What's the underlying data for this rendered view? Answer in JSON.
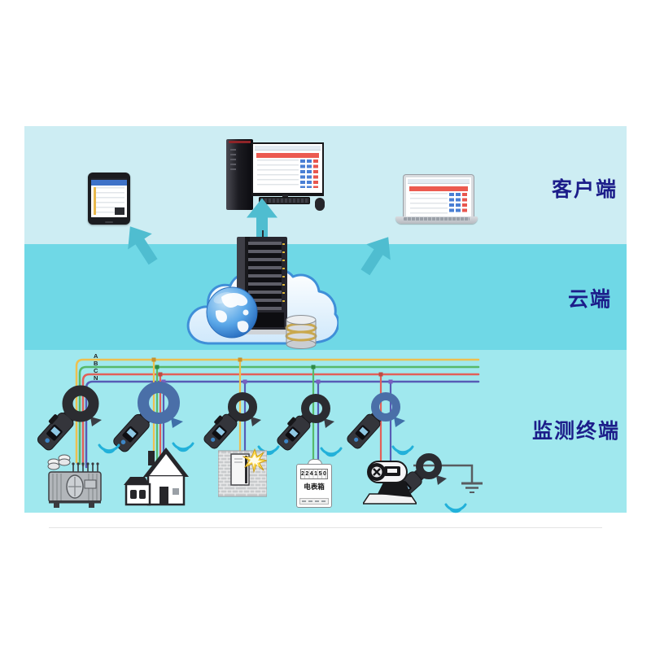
{
  "bands": [
    {
      "id": "client",
      "label": "客户端"
    },
    {
      "id": "cloud",
      "label": "云端"
    },
    {
      "id": "terminal",
      "label": "监测终端"
    }
  ],
  "wires": {
    "labels": [
      "A",
      "B",
      "C",
      "N"
    ],
    "colors": {
      "A": "#eec04f",
      "B": "#57b96b",
      "C": "#e26059",
      "N": "#575cb5"
    }
  },
  "meter_box": {
    "display": "224150",
    "label": "电表箱"
  },
  "devices": [
    "smartphone",
    "desktop-computer",
    "laptop",
    "cloud-server-rack",
    "globe",
    "database",
    "clamp-meter",
    "transformer",
    "house",
    "distribution-box",
    "meter-box",
    "motor",
    "ground"
  ],
  "colors": {
    "band_client": "#cdedf3",
    "band_cloud": "#6fd8e6",
    "band_terminal": "#a0e8ee",
    "label_text": "#1c1d8a",
    "arrow": "#4fbdd0",
    "wifi": "#22b1da",
    "cloud_outline": "#3f8fd8"
  }
}
